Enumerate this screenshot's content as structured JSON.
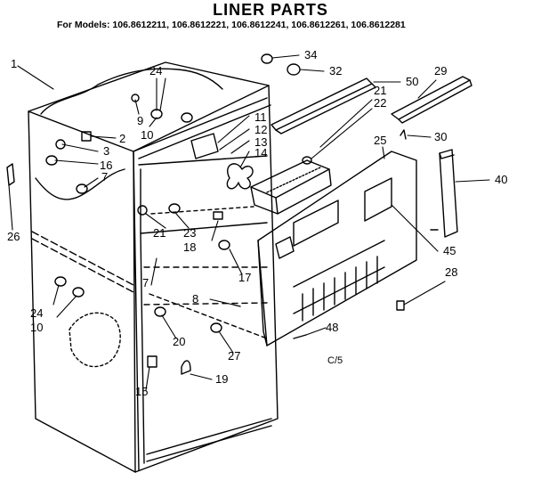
{
  "header": {
    "title": "LINER PARTS",
    "models": "For Models: 106.8612211, 106.8612221, 106.8612241, 106.8612261, 106.8612281"
  },
  "footnote": "C/5",
  "callouts": [
    "1",
    "2",
    "3",
    "16",
    "7",
    "24",
    "9",
    "10",
    "11",
    "12",
    "13",
    "14",
    "21",
    "22",
    "50",
    "29",
    "34",
    "32",
    "25",
    "30",
    "40",
    "45",
    "28",
    "26",
    "23",
    "18",
    "21",
    "17",
    "8",
    "24",
    "10",
    "20",
    "27",
    "48",
    "15",
    "19",
    "7"
  ]
}
